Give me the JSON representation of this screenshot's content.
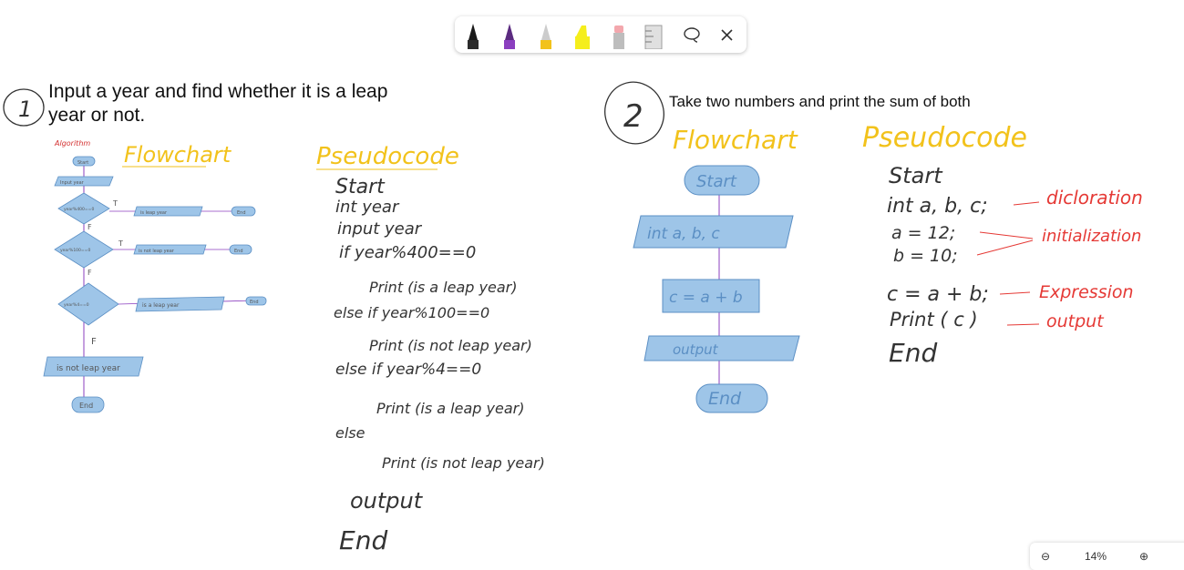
{
  "toolbar": {
    "tools": [
      {
        "name": "black-pen-icon",
        "color": "#1a1a1a"
      },
      {
        "name": "purple-pen-icon",
        "color": "#8b3fbf"
      },
      {
        "name": "yellow-pen-icon",
        "color": "#f2c21b"
      },
      {
        "name": "highlighter-icon",
        "color": "#f5ee1c"
      },
      {
        "name": "eraser-icon",
        "color": "#f3a7ad"
      },
      {
        "name": "ruler-icon",
        "color": "#bdbdbd"
      }
    ],
    "lasso_icon": "lasso-icon",
    "close_icon": "close-icon"
  },
  "q1": {
    "number": "1",
    "title_line1": "Input a year and find whether it is a leap",
    "title_line2": "year or not.",
    "algorithm_label": "Algorithm",
    "flowchart_heading": "Flowchart",
    "pseudocode_heading": "Pseudocode",
    "flowchart": {
      "start": "Start",
      "input": "Input year",
      "d1": "year%400==0",
      "d2": "year%100==0",
      "d3": "year%4==0",
      "o1": "is leap year",
      "o2": "is not leap year",
      "o3": "is a leap year",
      "o4": "is not leap year",
      "end": "End",
      "t": "T",
      "f": "F"
    },
    "pseudocode": [
      "Start",
      "int year",
      "input year",
      "if year%400==0",
      "Print (is a leap year)",
      "else if year%100==0",
      "Print (is not leap year)",
      "else if year%4==0",
      "Print (is a leap year)",
      "else",
      "Print (is not leap year)",
      "output",
      "End"
    ]
  },
  "q2": {
    "number": "2",
    "title": "Take two numbers and print the sum of both",
    "flowchart_heading": "Flowchart",
    "pseudocode_heading": "Pseudocode",
    "flowchart": {
      "start": "Start",
      "decl": "int a, b, c",
      "expr": "c = a + b",
      "output": "output",
      "end": "End"
    },
    "pseudocode": [
      "Start",
      "int a, b, c;",
      "a = 12;",
      "b = 10;",
      "c = a + b;",
      "Print ( c )",
      "End"
    ],
    "annotations": {
      "declaration": "dicloration",
      "initialization": "initialization",
      "expression": "Expression",
      "output": "output"
    }
  },
  "zoom": {
    "minus": "⊖",
    "level": "14%",
    "plus": "⊕"
  }
}
